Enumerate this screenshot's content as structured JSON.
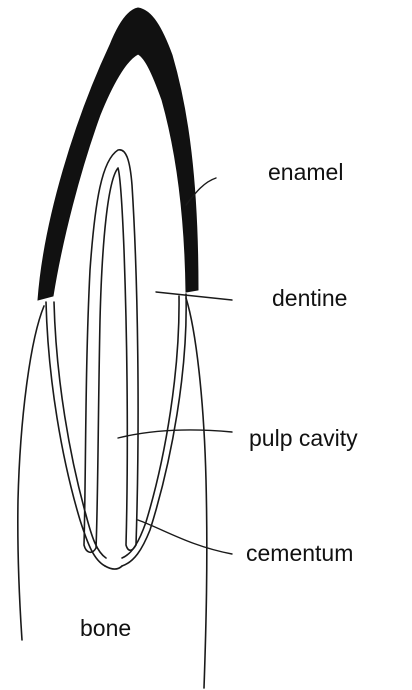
{
  "labels": {
    "enamel": "enamel",
    "dentine": "dentine",
    "pulp_cavity": "pulp cavity",
    "cementum": "cementum",
    "bone": "bone"
  },
  "colors": {
    "ink": "#1a1a1a",
    "enamel_fill": "#111111",
    "background": "#ffffff"
  }
}
